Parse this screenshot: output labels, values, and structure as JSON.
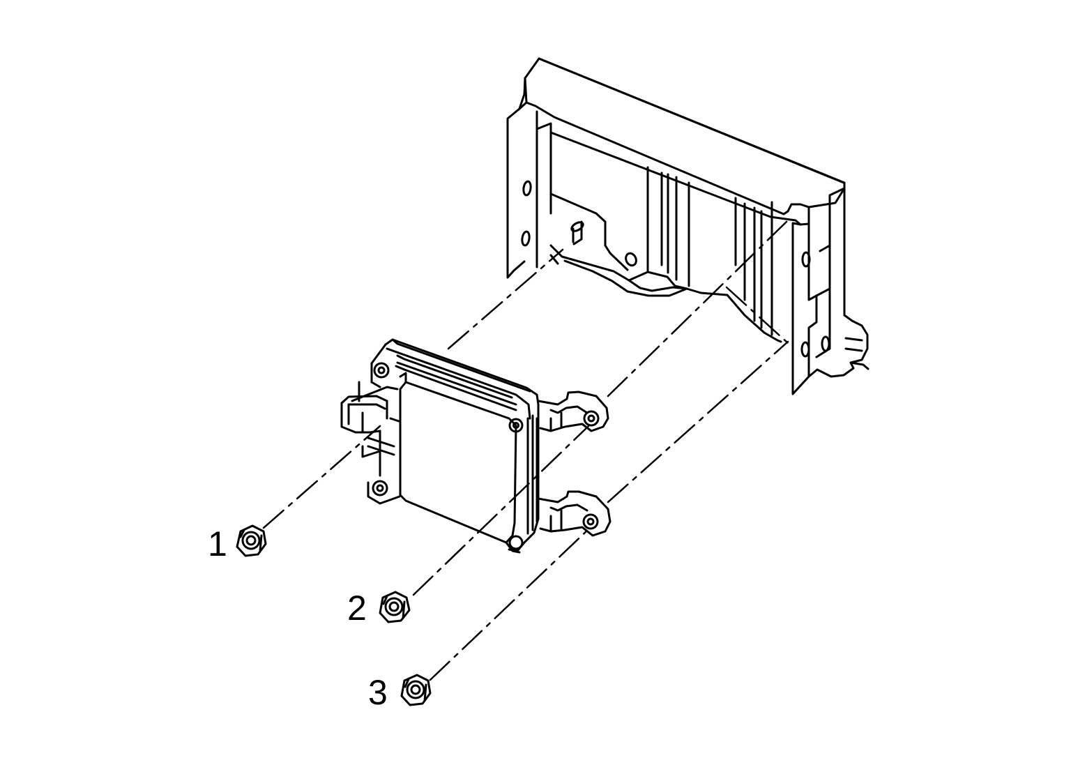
{
  "diagram": {
    "callouts": [
      {
        "label": "1",
        "part": "nut"
      },
      {
        "label": "2",
        "part": "nut"
      },
      {
        "label": "3",
        "part": "nut"
      }
    ],
    "colors": {
      "line": "#000000",
      "background": "#ffffff"
    }
  }
}
